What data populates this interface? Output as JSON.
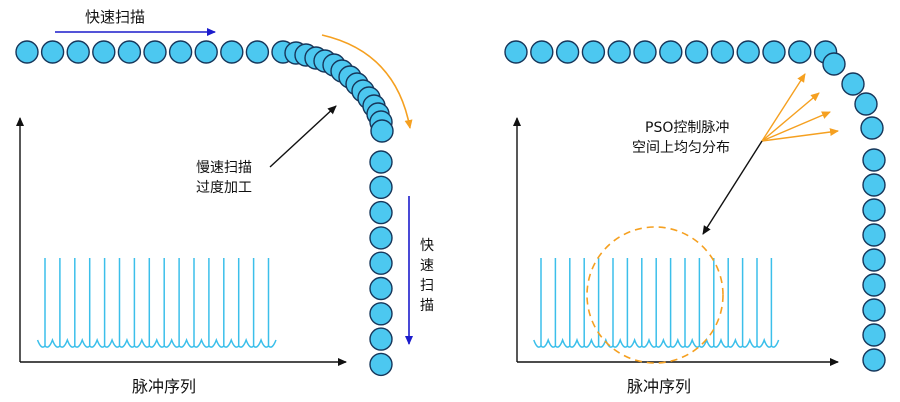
{
  "left_panel": {
    "top_scan_label": "快速扫描",
    "slow_label_line1": "慢速扫描",
    "slow_label_line2": "过度加工",
    "vertical_scan_label": [
      "快",
      "速",
      "扫",
      "描"
    ],
    "axis_caption": "脉冲序列"
  },
  "right_panel": {
    "pso_label_line1": "PSO控制脉冲",
    "pso_label_line2": "空间上均匀分布",
    "axis_caption": "脉冲序列"
  },
  "colors": {
    "dot_fill": "#4cc8f0",
    "dot_stroke": "#16365a",
    "pulse_line": "#3bbfea",
    "scan_arrow": "#1c1ccc",
    "orange": "#f5a020",
    "axis": "#111111"
  }
}
